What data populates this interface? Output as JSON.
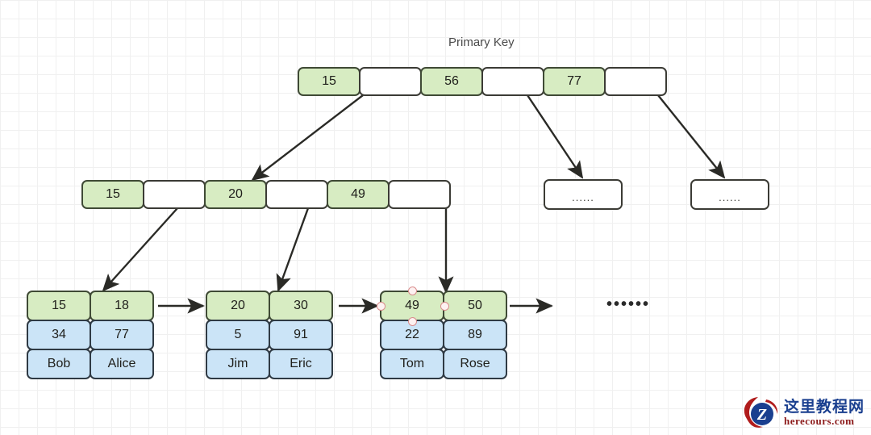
{
  "diagram": {
    "title": "Primary Key",
    "tail_ellipsis": "••••••",
    "dots_label": "......"
  },
  "root": {
    "name": "root-node",
    "cells": [
      {
        "text": "15",
        "kind": "key"
      },
      {
        "text": "",
        "kind": "empty"
      },
      {
        "text": "56",
        "kind": "key"
      },
      {
        "text": "",
        "kind": "empty"
      },
      {
        "text": "77",
        "kind": "key"
      },
      {
        "text": "",
        "kind": "empty"
      }
    ]
  },
  "internal": {
    "name": "internal-node",
    "cells": [
      {
        "text": "15",
        "kind": "key"
      },
      {
        "text": "",
        "kind": "empty"
      },
      {
        "text": "20",
        "kind": "key"
      },
      {
        "text": "",
        "kind": "empty"
      },
      {
        "text": "49",
        "kind": "key"
      },
      {
        "text": "",
        "kind": "empty"
      }
    ]
  },
  "stub_nodes": [
    {
      "label": "......"
    },
    {
      "label": "......"
    }
  ],
  "leaves": [
    {
      "id": "leaf-1",
      "keys": [
        "15",
        "18"
      ],
      "values": [
        "34",
        "77"
      ],
      "names": [
        "Bob",
        "Alice"
      ],
      "selected_index": -1
    },
    {
      "id": "leaf-2",
      "keys": [
        "20",
        "30"
      ],
      "values": [
        "5",
        "91"
      ],
      "names": [
        "Jim",
        "Eric"
      ],
      "selected_index": -1
    },
    {
      "id": "leaf-3",
      "keys": [
        "49",
        "50"
      ],
      "values": [
        "22",
        "89"
      ],
      "names": [
        "Tom",
        "Rose"
      ],
      "selected_index": 0
    }
  ],
  "colors": {
    "key_fill": "#d7ecc2",
    "value_fill": "#cbe4f7",
    "empty_fill": "#ffffff",
    "border": "#3b3b35",
    "arrow": "#2a2a26",
    "grid": "#f0f0f0",
    "handle": "#fdf1f1",
    "handle_border": "#d98b8b"
  },
  "watermark": {
    "logo_letter": "Z",
    "cn_text": "这里教程网",
    "en_text": "herecours.com",
    "blue": "#1a3f8f",
    "red": "#b01c1c"
  }
}
